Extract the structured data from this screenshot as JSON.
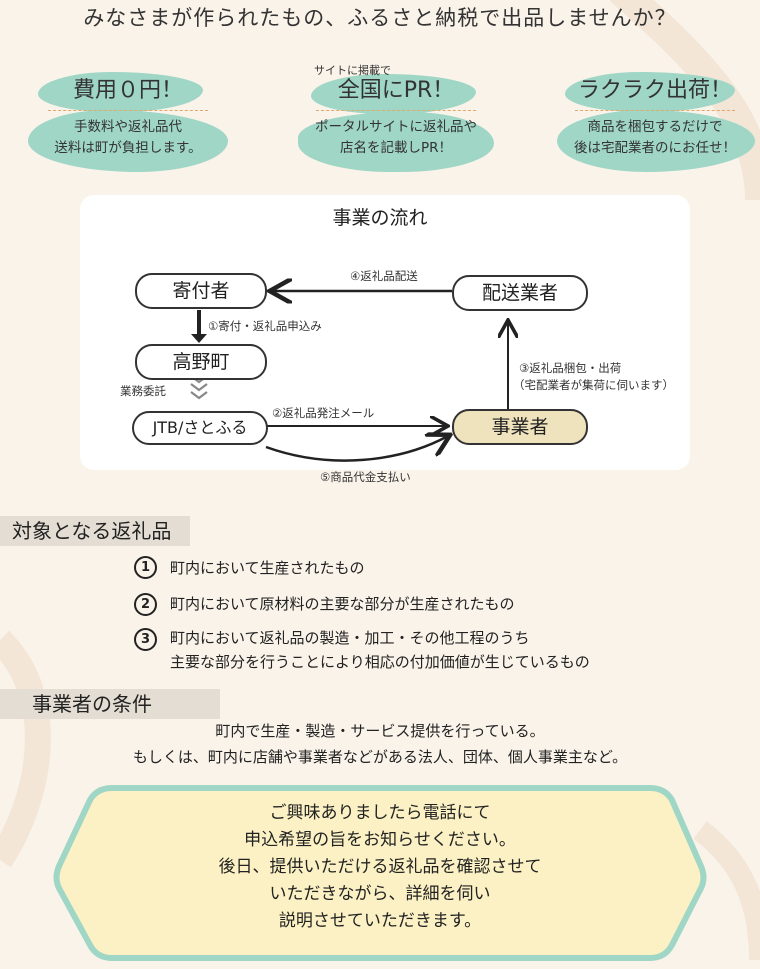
{
  "headline": "みなさまが作られたもの、ふるさと納税で出品しませんか？",
  "features": [
    {
      "small": "",
      "title": "費用０円！",
      "desc": [
        "手数料や返礼品代",
        "送料は町が負担します。"
      ]
    },
    {
      "small": "サイトに掲載で",
      "title": "全国にPR！",
      "desc": [
        "ポータルサイトに返礼品や",
        "店名を記載しPR！"
      ]
    },
    {
      "small": "",
      "title": "ラクラク出荷！",
      "desc": [
        "商品を梱包するだけで",
        "後は宅配業者のにお任せ！"
      ]
    }
  ],
  "flow": {
    "title": "事業の流れ",
    "nodes": {
      "donor": "寄付者",
      "town": "高野町",
      "jtb": "JTB/さとふる",
      "business": "事業者",
      "delivery": "配送業者"
    },
    "labels": {
      "step1": "①寄付・返礼品申込み",
      "step2": "②返礼品発注メール",
      "step3a": "③返礼品梱包・出荷",
      "step3b": "（宅配業者が集荷に伺います）",
      "step4": "④返礼品配送",
      "step5": "⑤商品代金支払い",
      "outsource": "業務委託"
    }
  },
  "items_section": {
    "heading": "対象となる返礼品",
    "items": [
      {
        "num": "1",
        "lines": [
          "町内において生産されたもの"
        ]
      },
      {
        "num": "2",
        "lines": [
          "町内において原材料の主要な部分が生産されたもの"
        ]
      },
      {
        "num": "3",
        "lines": [
          "町内において返礼品の製造・加工・その他工程のうち",
          "主要な部分を行うことにより相応の付加価値が生じているもの"
        ]
      }
    ]
  },
  "conditions_section": {
    "heading": "事業者の条件",
    "lines": [
      "町内で生産・製造・サービス提供を行っている。",
      "もしくは、町内に店舗や事業者などがある法人、団体、個人事業主など。"
    ]
  },
  "closing": {
    "lines": [
      "ご興味ありましたら電話にて",
      "申込希望の旨をお知らせください。",
      "後日、提供いただける返礼品を確認させて",
      "いただきながら、詳細を伺い",
      "説明させていただきます。"
    ]
  },
  "colors": {
    "background": "#faf3ea",
    "teal": "#9fd6c6",
    "business_pill": "#efe3bd",
    "banner": "#fbf1c4",
    "banner_border": "#9fd6c6",
    "section_bar": "#e4ddd3"
  }
}
